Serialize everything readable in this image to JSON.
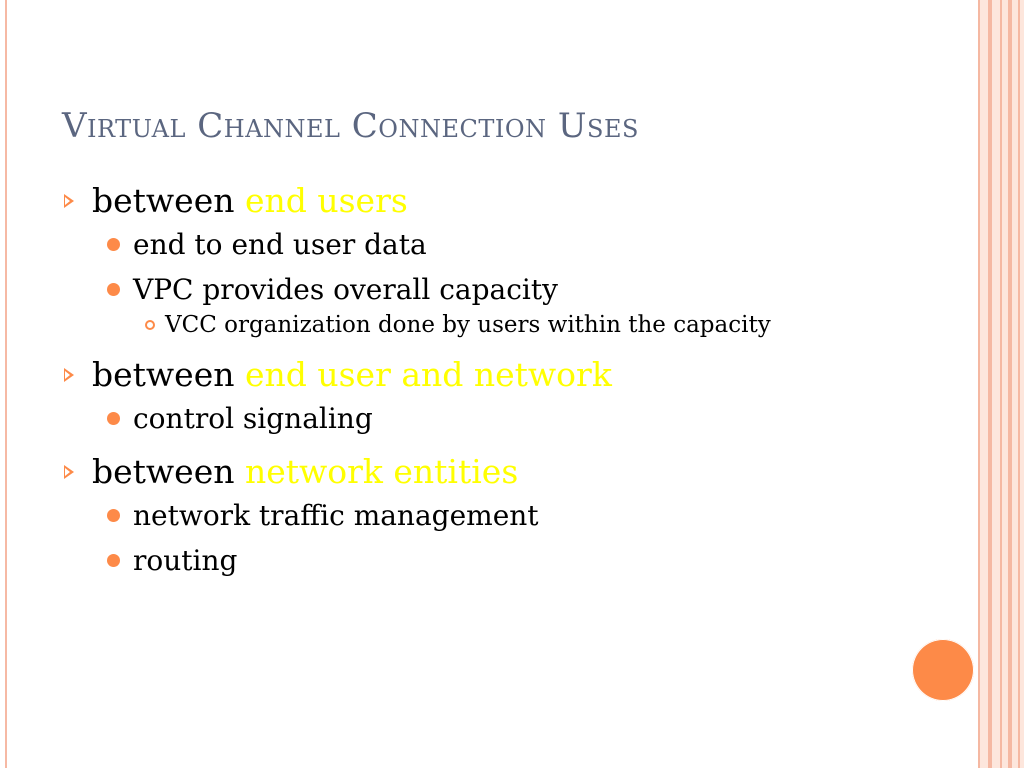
{
  "slide": {
    "title": "Virtual Channel Connection Uses",
    "items": [
      {
        "level": 1,
        "text": "between ",
        "highlight": "end users",
        "children": [
          {
            "level": 2,
            "text": "end to end user data"
          },
          {
            "level": 2,
            "text": "VPC provides overall capacity",
            "children": [
              {
                "level": 3,
                "text": "VCC organization done by users within the capacity"
              }
            ]
          }
        ]
      },
      {
        "level": 1,
        "text": "between ",
        "highlight": "end user and network",
        "children": [
          {
            "level": 2,
            "text": "control signaling"
          }
        ]
      },
      {
        "level": 1,
        "text": "between ",
        "highlight": "network entities",
        "children": [
          {
            "level": 2,
            "text": "network traffic management"
          },
          {
            "level": 2,
            "text": "routing"
          }
        ]
      }
    ]
  },
  "colors": {
    "title": "#5b6680",
    "highlight": "#ffff00",
    "accent": "#fd8a48",
    "stripe": "#f5b8a2",
    "stripe_bg": "#fde6dc"
  },
  "icons": {
    "level1": "arrowhead-bullet-icon",
    "level2": "filled-circle-bullet-icon",
    "level3": "ring-bullet-icon"
  }
}
